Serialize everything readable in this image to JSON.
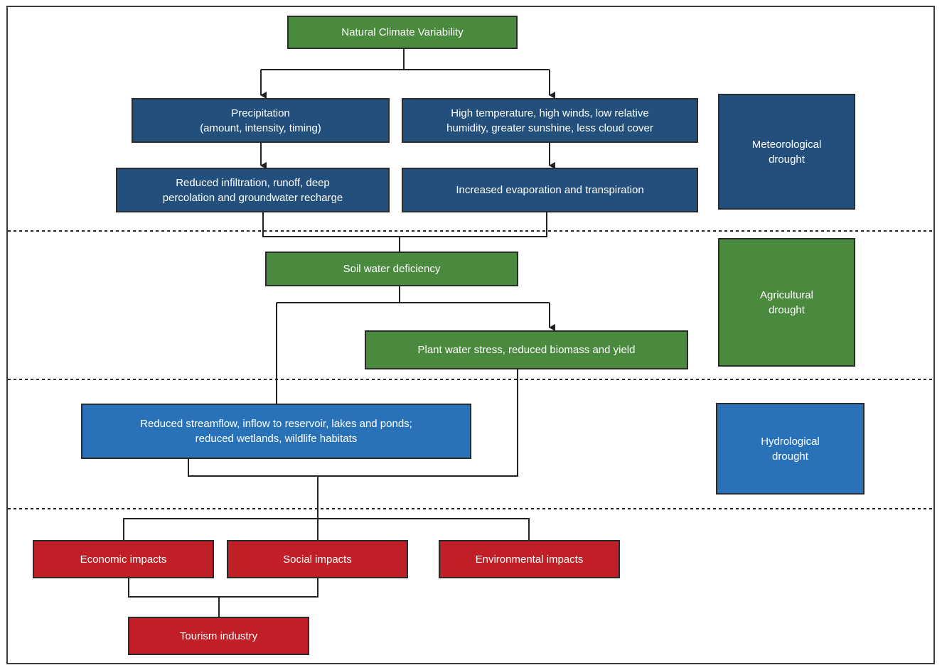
{
  "nodes": {
    "natural_climate": "Natural Climate Variability",
    "precipitation": "Precipitation\n(amount, intensity, timing)",
    "high_temperature": "High temperature, high winds, low relative\nhumidity, greater sunshine, less cloud cover",
    "reduced_infiltration": "Reduced infiltration, runoff, deep\npercolation and groundwater recharge",
    "increased_evaporation": "Increased evaporation and transpiration",
    "soil_water": "Soil water deficiency",
    "plant_stress": "Plant water stress, reduced biomass and yield",
    "reduced_streamflow": "Reduced streamflow, inflow to reservoir, lakes and ponds;\nreduced wetlands, wildlife habitats",
    "economic": "Economic impacts",
    "social": "Social impacts",
    "environmental": "Environmental impacts",
    "tourism": "Tourism industry"
  },
  "categories": {
    "meteorological": "Meteorological\ndrought",
    "agricultural": "Agricultural\ndrought",
    "hydrological": "Hydrological\ndrought"
  },
  "colors": {
    "climate_green": "#4a8a3f",
    "meteorological_navy": "#234f7c",
    "hydrological_blue": "#2a72b8",
    "impact_red": "#c01f25"
  }
}
